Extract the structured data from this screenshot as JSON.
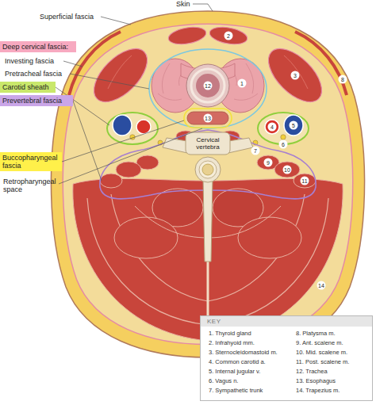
{
  "diagram": {
    "nodes": [
      {
        "text": [
          "Deep cervical fascia:"
        ]
      },
      {
        "text": [
          "Carotid sheath"
        ]
      },
      {
        "text": [
          "Prevertebral fascia"
        ]
      },
      {
        "text": [
          "Buccopharyngeal fascia"
        ]
      },
      {
        "text": [
          "KEY",
          "1. Thyroid gland",
          "2. Infrahyoid mm.",
          "3. Sternocleidomastoid m.",
          "4. Common carotid a.",
          "5. Internal jugular v.",
          "6. Vagus n.",
          "7. Sympathetic trunk",
          "8. Platysma m.",
          "9. Ant. scalene m.",
          "10. Mid. scalene m.",
          "11. Post. scalene m.",
          "12. Trachea",
          "13. Esophagus",
          "14. Trapezius m."
        ]
      }
    ],
    "labels": [
      "Skin",
      "Superficial fascia",
      "Investing fascia",
      "Pretracheal fascia",
      "Retropharyngeal space",
      "Cervical vertebra",
      "2",
      "1",
      "12",
      "13",
      "3",
      "8",
      "4",
      "5",
      "6",
      "7",
      "9",
      "10",
      "11",
      "14"
    ]
  }
}
